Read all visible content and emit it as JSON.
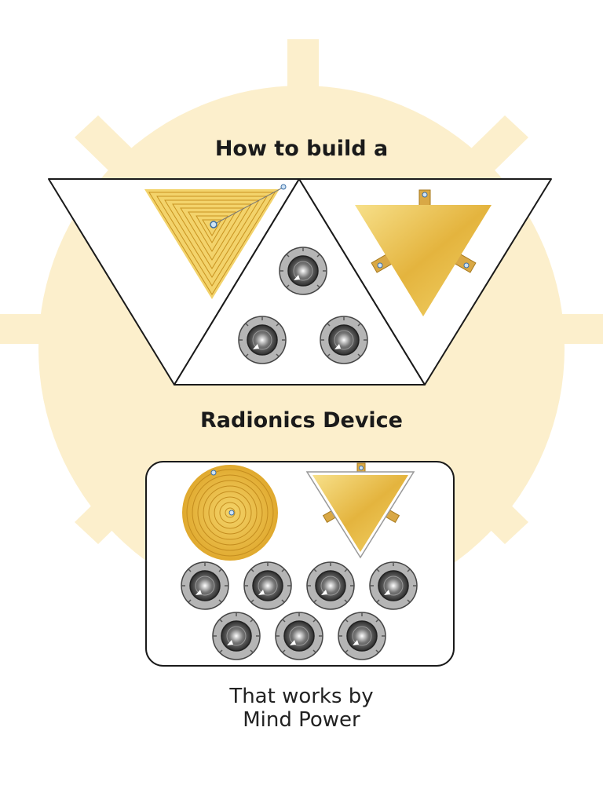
{
  "cover": {
    "heading_top": "How to build a",
    "heading_main": "Radionics Device",
    "tagline_line1": "That works by",
    "tagline_line2": "Mind Power"
  },
  "colors": {
    "sun": "#fcefcc",
    "gold_light": "#f6d873",
    "gold_dark": "#d9a32c",
    "outline": "#1a1a1a",
    "knob_ring": "#b3b3b3",
    "knob_center": "#444444"
  },
  "icons": [
    "sun-icon",
    "spiral-triangle-icon",
    "gold-triangle-plate-icon",
    "spiral-disc-icon",
    "dial-knob-icon"
  ]
}
